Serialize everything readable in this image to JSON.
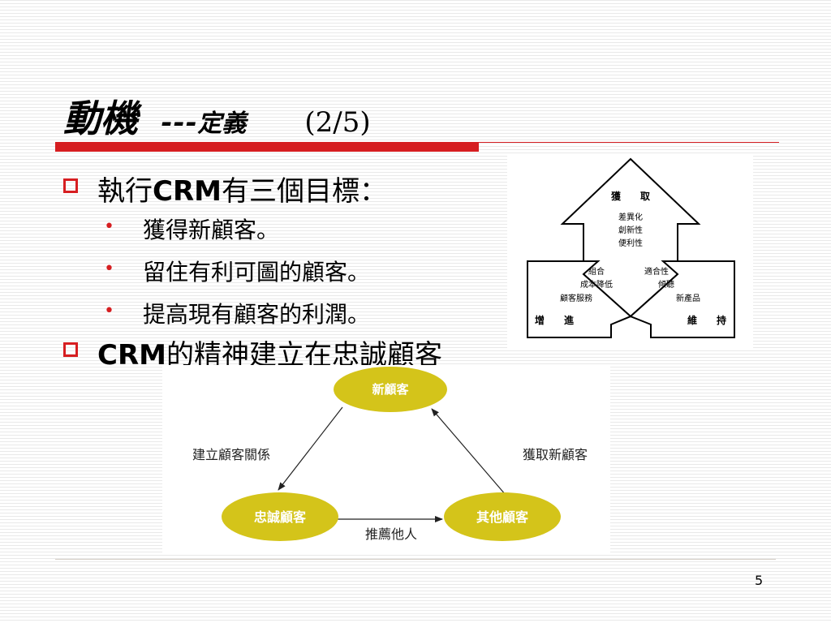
{
  "slide": {
    "title_main": "動機",
    "title_dash": "---",
    "title_sub": "定義",
    "title_page": "(2/5)",
    "page_number": "5"
  },
  "bullets": [
    {
      "text_pre": "執行",
      "text_bold": "CRM",
      "text_post": "有三個目標："
    },
    {
      "text_pre": "",
      "text_bold": "CRM",
      "text_post": "的精神建立在忠誠顧客"
    }
  ],
  "sub_bullets": [
    {
      "marker": "•",
      "text": "獲得新顧客。"
    },
    {
      "marker": "•",
      "text": "留住有利可圖的顧客。"
    },
    {
      "marker": "•",
      "text": "提高現有顧客的利潤。"
    }
  ],
  "arrows_diagram": {
    "top_label": "獲　　取",
    "top_items": [
      "差異化",
      "創新性",
      "便利性"
    ],
    "left_items": [
      "組合",
      "成本降低",
      "顧客服務"
    ],
    "right_items": [
      "適合性",
      "傾聽",
      "新產品"
    ],
    "left_label": "增　　進",
    "right_label": "維　　持"
  },
  "cycle_diagram": {
    "node_top": "新顧客",
    "node_left": "忠誠顧客",
    "node_right": "其他顧客",
    "edge_left": "建立顧客關係",
    "edge_right": "獲取新顧客",
    "edge_bottom": "推薦他人",
    "node_color": "#d4c41a"
  },
  "colors": {
    "accent": "#d61e21"
  }
}
